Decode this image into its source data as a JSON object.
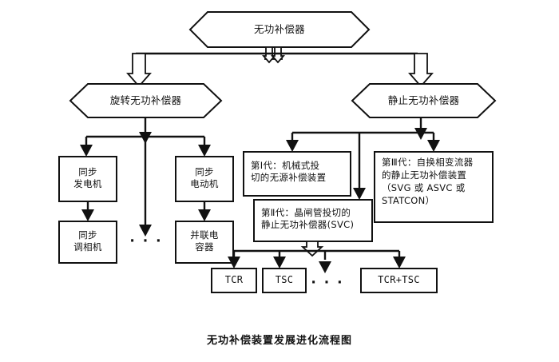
{
  "diagram": {
    "caption": "无功补偿装置发展进化流程图",
    "type": "flowchart",
    "background_color": "#ffffff",
    "line_color": "#111111",
    "nodes": {
      "root": {
        "label": "无功补偿器",
        "shape": "hexagon"
      },
      "level2_left": {
        "label": "旋转无功补偿器",
        "shape": "hexagon"
      },
      "level2_right": {
        "label": "静止无功补偿器",
        "shape": "hexagon"
      },
      "sync_generator": {
        "label": "同步\n发电机",
        "shape": "rect"
      },
      "sync_condenser": {
        "label": "同步\n调相机",
        "shape": "rect"
      },
      "sync_motor": {
        "label": "同步\n电动机",
        "shape": "rect"
      },
      "shunt_capacitor": {
        "label": "并联电\n容器",
        "shape": "rect"
      },
      "rotating_ellipsis": {
        "label": "· · ·"
      },
      "gen1": {
        "label": "第Ⅰ代：机械式投\n切的无源补偿装置",
        "shape": "rect"
      },
      "gen2": {
        "label": "第Ⅱ代：晶闸管投切的\n静止无功补偿器(SVC)",
        "shape": "rect"
      },
      "gen3": {
        "label": "第Ⅲ代：自换相变流器\n的静止无功补偿装置\n（SVG 或 ASVC 或\nSTATCON）",
        "shape": "rect"
      },
      "tcr": {
        "label": "TCR",
        "shape": "rect"
      },
      "tsc": {
        "label": "TSC",
        "shape": "rect"
      },
      "svc_ellipsis": {
        "label": "· · ·"
      },
      "tcr_tsc": {
        "label": "TCR+TSC",
        "shape": "rect"
      }
    }
  }
}
